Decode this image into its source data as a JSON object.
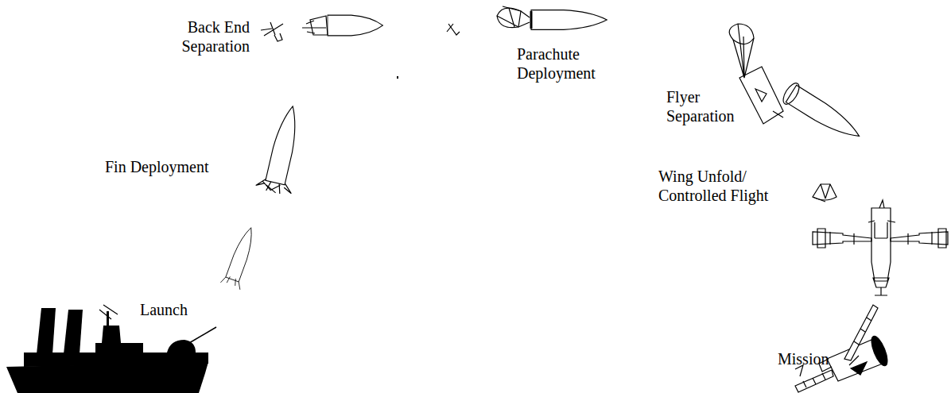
{
  "diagram": {
    "labels": [
      "Back End Separation",
      "Parachute Deployment",
      "Flyer Separation",
      "Fin Deployment",
      "Wing Unfold/ Controlled Flight",
      "Launch",
      "Mission"
    ]
  }
}
